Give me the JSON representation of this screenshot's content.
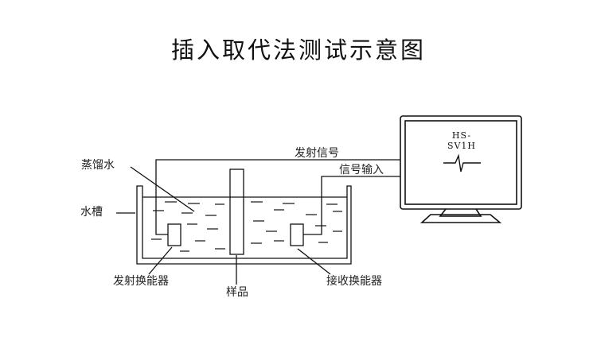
{
  "title": "插入取代法测试示意图",
  "labels": {
    "distilled_water": "蒸馏水",
    "water_tank": "水槽",
    "transmit_transducer": "发射换能器",
    "sample": "样品",
    "receive_transducer": "接收换能器",
    "transmit_signal": "发射信号",
    "signal_input": "信号输入"
  },
  "monitor": {
    "model": "HS-SV1H"
  }
}
